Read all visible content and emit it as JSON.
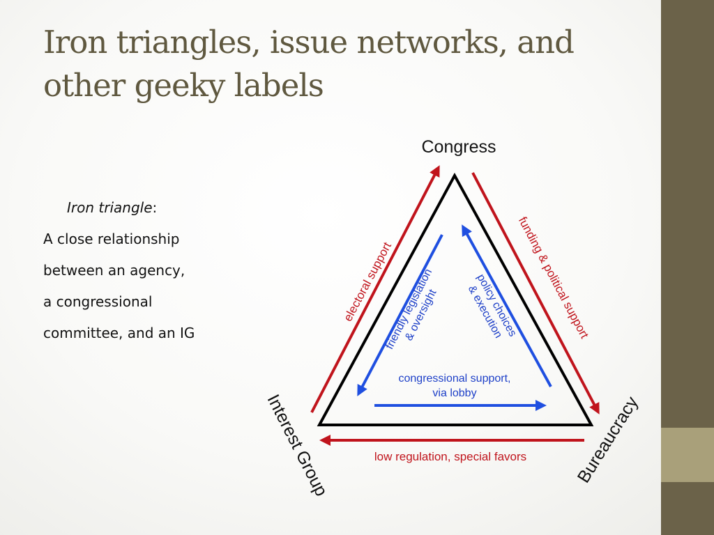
{
  "slide": {
    "title_line1": "Iron triangles, issue networks, and",
    "title_line2": "other geeky labels"
  },
  "definition": {
    "term": "Iron triangle",
    "term_suffix": ":",
    "lines": [
      "A close relationship",
      "between an agency,",
      "a congressional",
      "committee, and an IG"
    ]
  },
  "diagram": {
    "nodes": {
      "top": "Congress",
      "left": "Interest Group",
      "right": "Bureaucracy"
    },
    "outer_arrows": {
      "left_side": "electoral support",
      "right_side": "funding & political support",
      "bottom": "low regulation, special favors"
    },
    "inner_arrows": {
      "left_line1": "friendly legislation",
      "left_line2": "& oversight",
      "right_line1": "policy choices",
      "right_line2": "& execution",
      "bottom_line1": "congressional support,",
      "bottom_line2": "via lobby"
    },
    "colors": {
      "outer": "#c0141c",
      "inner": "#1f4fe0",
      "triangle": "#000000",
      "inner_text": "#1e40c8",
      "outer_text": "#c0141c"
    }
  }
}
